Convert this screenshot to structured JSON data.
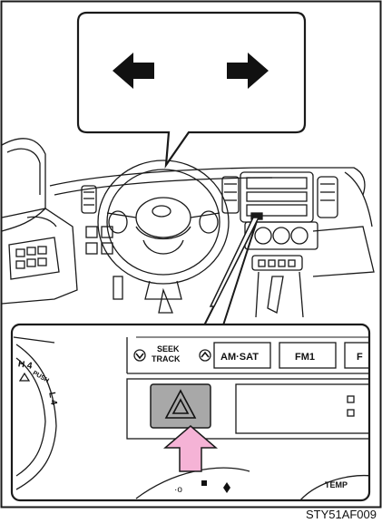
{
  "callout": {
    "left_arrow_icon": "arrow-left-icon",
    "right_arrow_icon": "arrow-right-icon"
  },
  "detail": {
    "seek_label_top": "SEEK",
    "seek_label_bottom": "TRACK",
    "amsat_label": "AM·SAT",
    "fm1_label": "FM1",
    "next_label": "F",
    "knob_4h": "H 4",
    "knob_push": "PUSH",
    "knob_4l": "L 4",
    "temp_label": "TEMP",
    "hazard_icon": "hazard-triangle-icon",
    "pointer_icon": "pink-arrow-up-icon"
  },
  "figure_code": "STY51AF009",
  "colors": {
    "hazard_button": "#a8a8a8",
    "pointer_arrow": "#f5b3d6",
    "line": "#1a1a1a"
  }
}
